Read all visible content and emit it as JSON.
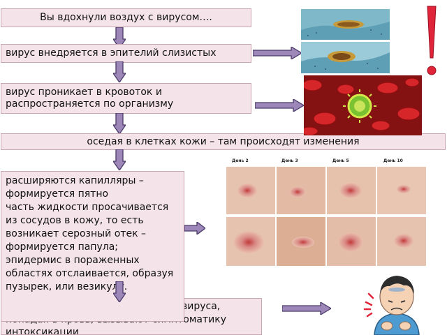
{
  "steps": {
    "inhale": "Вы вдохнули воздух с вирусом….",
    "epithelium": "вирус внедряется в эпителий слизистых",
    "bloodstream": "вирус проникает в кровоток и распространяется по организму",
    "skin_cells": "оседая в клетках кожи – там происходят изменения",
    "skin_changes": [
      "расширяются капилляры – формируется пятно",
      "часть жидкости просачивается из сосудов в кожу, то есть возникает серозный отек – формируется папула;",
      "эпидермис в пораженных областях отслаивается, образуя пузырек, или везикулу."
    ],
    "toxicity_visible": "вируса,",
    "toxicity_line2": "попадая в кровь, вызывают симптоматику",
    "toxicity_line3": "интоксикации"
  },
  "skin_photo_days": [
    "День 2",
    "День 3",
    "День 5",
    "День 10"
  ],
  "colors": {
    "box_fill": "#f4e4ea",
    "box_border": "#c9a8b4",
    "arrow_fill": "#9c87b8",
    "arrow_stroke": "#4a3b69",
    "exclamation": "#e0243a"
  }
}
